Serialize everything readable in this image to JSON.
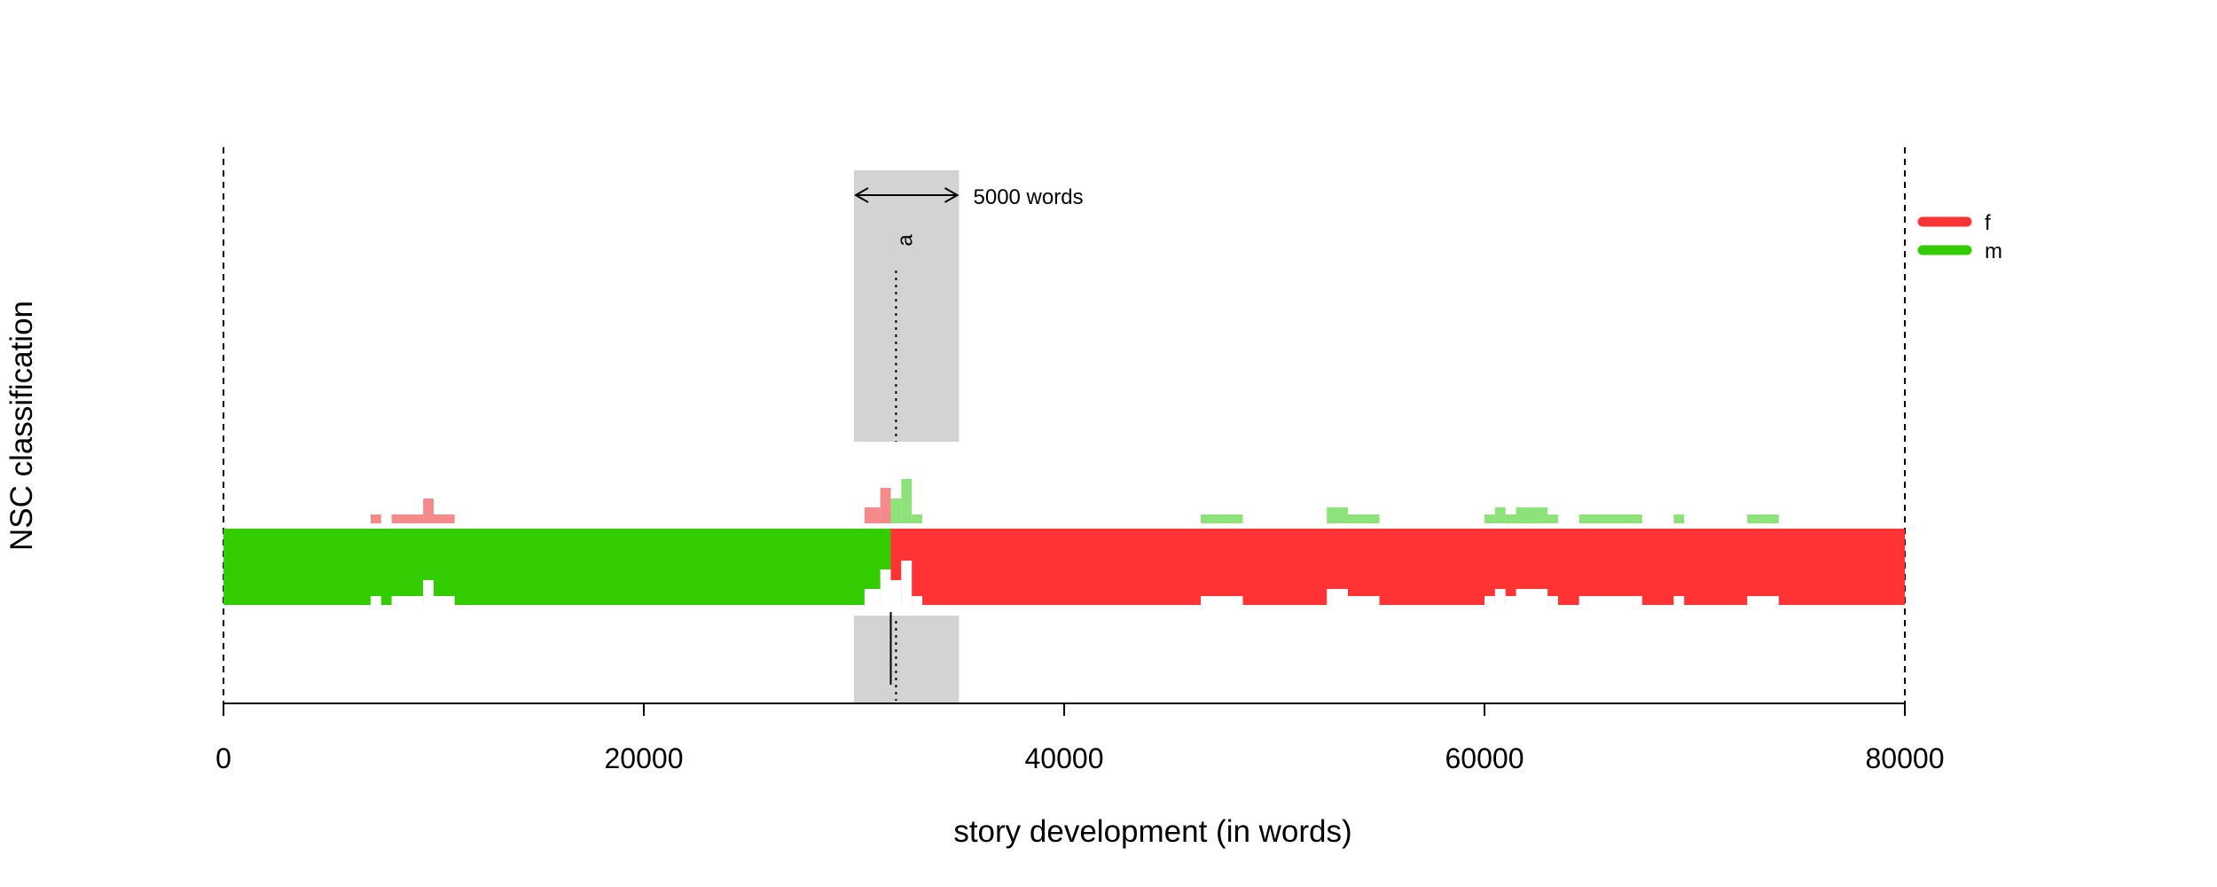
{
  "chart_data": {
    "type": "area",
    "title": "",
    "xlabel": "story development (in words)",
    "ylabel": "NSC classification",
    "xlim": [
      0,
      80000
    ],
    "x_ticks": [
      0,
      20000,
      40000,
      60000,
      80000
    ],
    "x_tick_labels": [
      "0",
      "20000",
      "40000",
      "60000",
      "80000"
    ],
    "grid": false,
    "legend_position": "top-right",
    "series": [
      {
        "name": "f",
        "color": "#ff3333",
        "light_color": "#f48a8a"
      },
      {
        "name": "m",
        "color": "#33cc00",
        "light_color": "#8ee27a"
      }
    ],
    "majority_segments": [
      {
        "series": "m",
        "start": 0,
        "end": 31750
      },
      {
        "series": "f",
        "start": 31750,
        "end": 80000
      }
    ],
    "minority_bins": [
      {
        "series": "f",
        "start": 7000,
        "end": 7500,
        "value": 0.1
      },
      {
        "series": "f",
        "start": 8000,
        "end": 9500,
        "value": 0.1
      },
      {
        "series": "f",
        "start": 9500,
        "end": 10000,
        "value": 0.28
      },
      {
        "series": "f",
        "start": 10000,
        "end": 11000,
        "value": 0.1
      },
      {
        "series": "f",
        "start": 30500,
        "end": 31250,
        "value": 0.18
      },
      {
        "series": "f",
        "start": 31250,
        "end": 31750,
        "value": 0.4
      },
      {
        "series": "m",
        "start": 31750,
        "end": 32250,
        "value": 0.28
      },
      {
        "series": "m",
        "start": 32250,
        "end": 32750,
        "value": 0.5
      },
      {
        "series": "m",
        "start": 32750,
        "end": 33250,
        "value": 0.1
      },
      {
        "series": "m",
        "start": 46500,
        "end": 48500,
        "value": 0.1
      },
      {
        "series": "m",
        "start": 52500,
        "end": 53500,
        "value": 0.18
      },
      {
        "series": "m",
        "start": 53500,
        "end": 55000,
        "value": 0.1
      },
      {
        "series": "m",
        "start": 60000,
        "end": 60500,
        "value": 0.1
      },
      {
        "series": "m",
        "start": 60500,
        "end": 61000,
        "value": 0.18
      },
      {
        "series": "m",
        "start": 61000,
        "end": 61500,
        "value": 0.1
      },
      {
        "series": "m",
        "start": 61500,
        "end": 63000,
        "value": 0.18
      },
      {
        "series": "m",
        "start": 63000,
        "end": 63500,
        "value": 0.1
      },
      {
        "series": "m",
        "start": 64500,
        "end": 67500,
        "value": 0.1
      },
      {
        "series": "m",
        "start": 69000,
        "end": 69500,
        "value": 0.1
      },
      {
        "series": "m",
        "start": 72500,
        "end": 74000,
        "value": 0.1
      }
    ],
    "window": {
      "start": 30000,
      "end": 35000,
      "label": "5000 words"
    },
    "annotation": {
      "label": "a",
      "x": 32000
    },
    "change_point": {
      "x": 31750
    }
  }
}
